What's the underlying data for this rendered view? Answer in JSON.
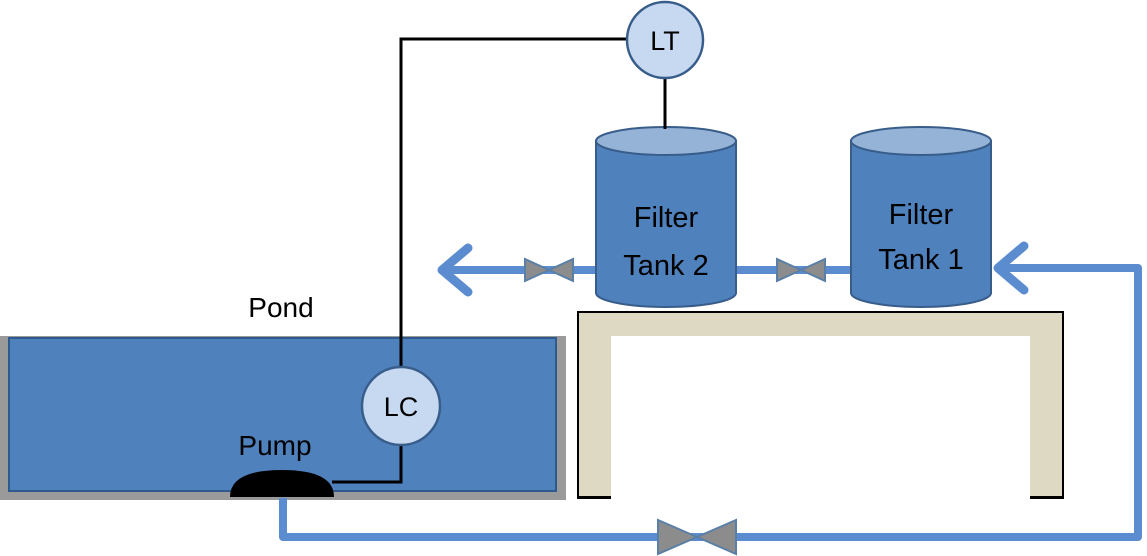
{
  "labels": {
    "pond": "Pond",
    "pump": "Pump",
    "level_controller": "LC",
    "level_transmitter": "LT",
    "filter_tank_2": [
      "Filter",
      "Tank 2"
    ],
    "filter_tank_1": [
      "Filter",
      "Tank 1"
    ]
  },
  "colors": {
    "water": "#4f7fbd",
    "water_border": "#3f6aa0",
    "pipe": "#5b8ccf",
    "tank_body": "#4f81bd",
    "tank_top": "#95b3d7",
    "instrument_fill": "#c6d9f1",
    "instrument_stroke": "#385d8a",
    "valve": "#8c8c8c",
    "stand": "#ddd9c3",
    "pond_wall": "#9a9a9a",
    "signal_line": "#000000",
    "pump": "#000000"
  }
}
